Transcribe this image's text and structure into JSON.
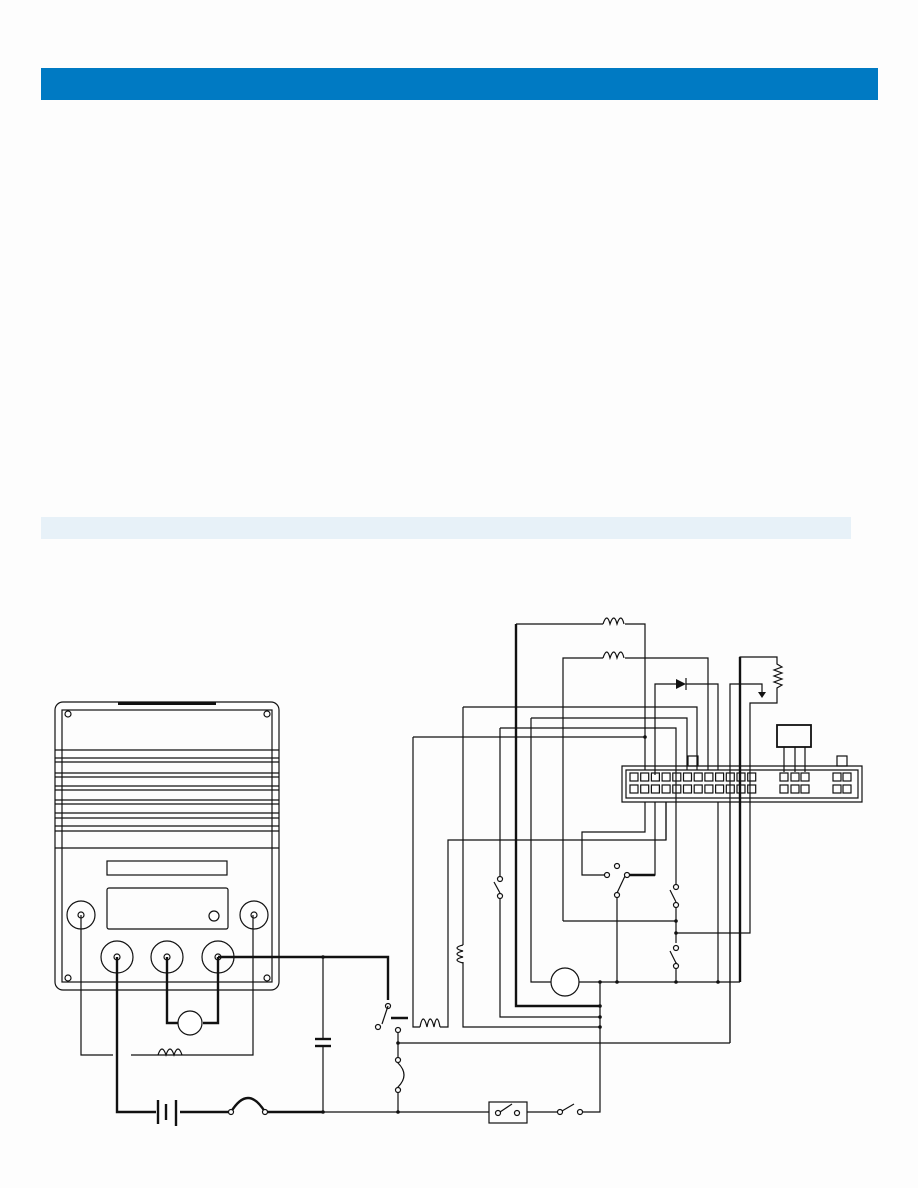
{
  "header": {
    "color": "#007ac3"
  },
  "section_bar": {
    "color": "#e7f1f8"
  },
  "diagram": {
    "components": [
      "motor-controller",
      "traction-motor",
      "field-winding",
      "battery",
      "main-fuse",
      "capacitor",
      "main-contactor",
      "keyswitch",
      "interlock-switch",
      "forward-reverse-switch",
      "throttle-potentiometer",
      "status-led",
      "pump-motor",
      "relay-coils",
      "control-connector"
    ]
  }
}
